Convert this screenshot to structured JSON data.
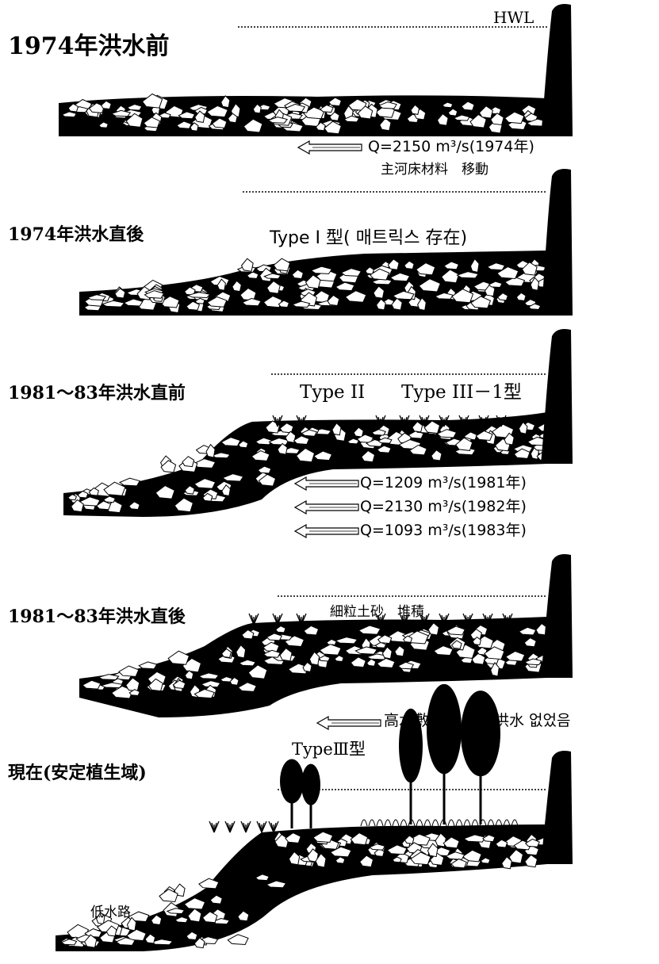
{
  "hwl_label": "HWL",
  "colors": {
    "ink": "#000000",
    "paper": "#ffffff"
  },
  "stages": [
    {
      "title": "1974年洪水前",
      "flows": [
        "Q=2150 m³/s(1974年)"
      ],
      "flow_note": "主河床材料　移動",
      "type_labels": []
    },
    {
      "title": "1974年洪水直後",
      "flows": [],
      "flow_note": "",
      "type_labels": [
        "Type I 型( 매트릭스 存在)"
      ]
    },
    {
      "title": "1981～83年洪水直前",
      "flows": [
        "Q=1209 m³/s(1981年)",
        "Q=2130 m³/s(1982年)",
        "Q=1093 m³/s(1983年)"
      ],
      "flow_note": "",
      "type_labels": [
        "Type II",
        "Type III－1型"
      ]
    },
    {
      "title": "1981～83年洪水直後",
      "flows": [
        "高水敷에 관수한 洪水 없었음"
      ],
      "flow_note": "",
      "type_labels": [
        "細粒土砂　堆積"
      ]
    },
    {
      "title": "現在(安定植生域)",
      "flows": [],
      "flow_note": "",
      "type_labels": [
        "TypeⅢ型"
      ],
      "channel_label": "低水路"
    }
  ]
}
